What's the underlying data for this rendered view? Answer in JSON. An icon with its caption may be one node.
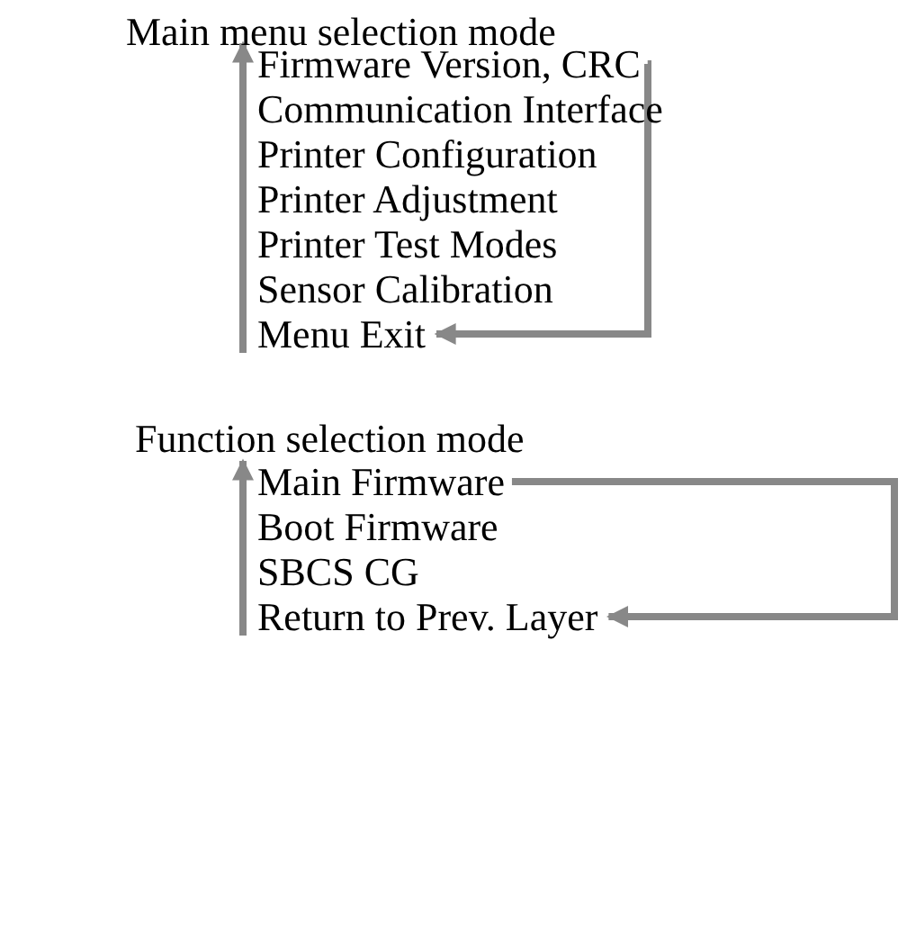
{
  "diagram": {
    "nodes": [
      {
        "text": [
          "Firmware Version, CRC"
        ]
      },
      {
        "text": [
          "Menu Exit"
        ]
      },
      {
        "text": [
          "Main Firmware"
        ]
      },
      {
        "text": [
          "Return to Prev. Layer"
        ]
      }
    ],
    "edges": [
      {
        "from": 1,
        "to": 0,
        "arrow": "to"
      },
      {
        "from": 0,
        "to": 1,
        "arrow": "to"
      },
      {
        "from": 3,
        "to": 2,
        "arrow": "to"
      },
      {
        "from": 2,
        "to": 3,
        "arrow": "to"
      }
    ],
    "labels": [
      "Main menu selection mode",
      "Communication Interface",
      "Printer Configuration",
      "Printer Adjustment",
      "Printer Test Modes",
      "Sensor Calibration",
      "Function selection mode",
      "Boot Firmware",
      "SBCS CG"
    ]
  }
}
